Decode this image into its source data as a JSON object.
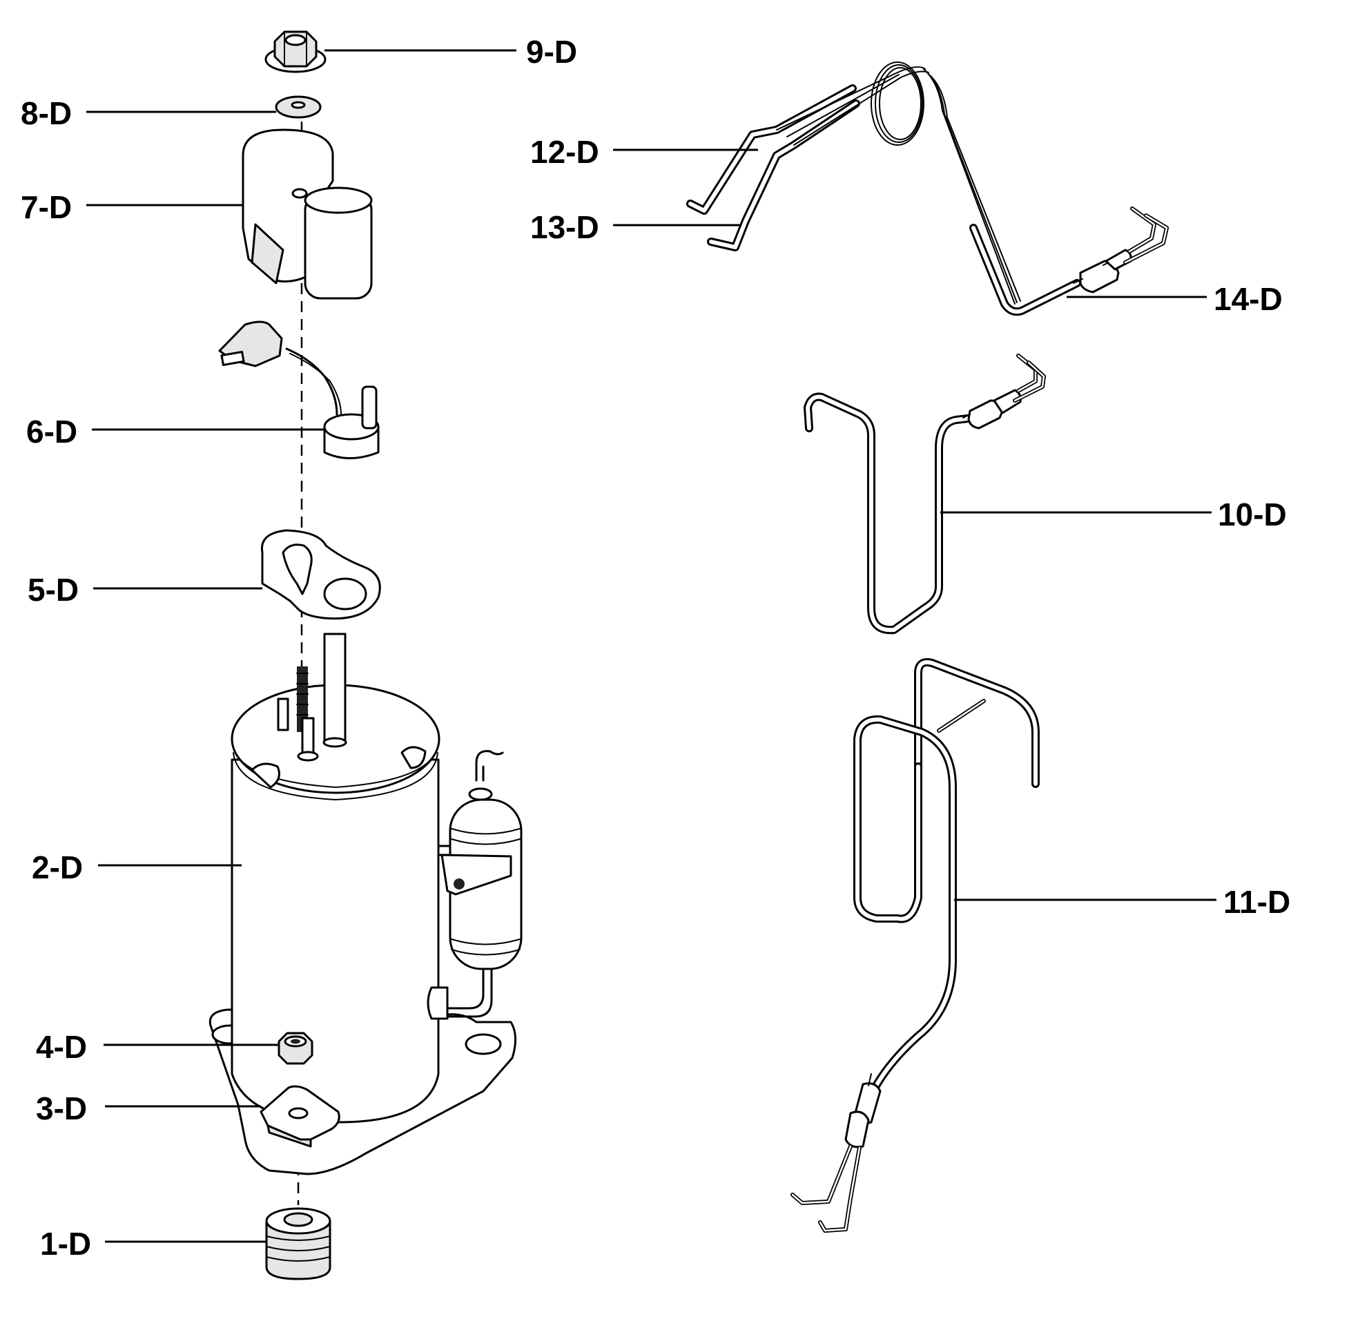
{
  "parts": [
    {
      "id": "9-D"
    },
    {
      "id": "8-D"
    },
    {
      "id": "7-D"
    },
    {
      "id": "6-D"
    },
    {
      "id": "5-D"
    },
    {
      "id": "2-D"
    },
    {
      "id": "4-D"
    },
    {
      "id": "3-D"
    },
    {
      "id": "1-D"
    },
    {
      "id": "12-D"
    },
    {
      "id": "13-D"
    },
    {
      "id": "14-D"
    },
    {
      "id": "10-D"
    },
    {
      "id": "11-D"
    }
  ]
}
